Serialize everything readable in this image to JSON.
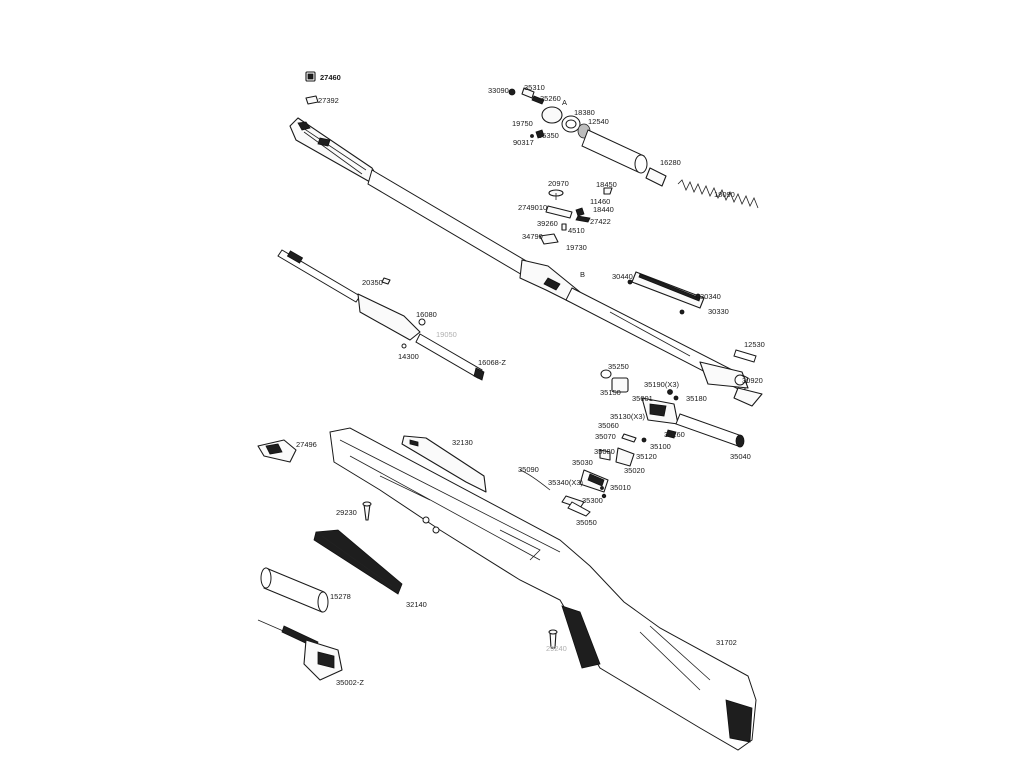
{
  "labels": {
    "p27460": "27460",
    "p27392": "27392",
    "p33090": "33090",
    "p35310": "35310",
    "p35260": "35260",
    "pA": "A",
    "p18380": "18380",
    "p12540": "12540",
    "p19750": "19750",
    "p35350": "35350",
    "p90317": "90317",
    "p16280": "16280",
    "p18090": "18090",
    "p20970": "20970",
    "p18450": "18450",
    "p11460": "11460",
    "p2749010": "2749010",
    "p18440": "18440",
    "p39260": "39260",
    "p4510": "4510",
    "p27422": "27422",
    "p34790": "34790",
    "p19730": "19730",
    "pB": "B",
    "p20350": "20350",
    "p16080": "16080",
    "p19050": "19050",
    "p14300": "14300",
    "p16068z": "16068-Z",
    "p30440": "30440",
    "p30340": "30340",
    "p30330": "30330",
    "p12530": "12530",
    "p35250": "35250",
    "p35150": "35150",
    "p35190x3": "35190(X3)",
    "p30920": "30920",
    "p35001": "35001",
    "p35180": "35180",
    "p35130x3": "35130(X3)",
    "p35060": "35060",
    "p35070": "35070",
    "p35160": "35160",
    "p35100": "35100",
    "p35080": "35080",
    "p35120": "35120",
    "p35040": "35040",
    "p35030": "35030",
    "p35020": "35020",
    "p35090": "35090",
    "p35340x3": "35340(X3)",
    "p35010": "35010",
    "p35300": "35300",
    "p35050": "35050",
    "p27496": "27496",
    "p32130": "32130",
    "p29230": "29230",
    "p32140": "32140",
    "p15278": "15278",
    "p35002z": "35002-Z",
    "p31702": "31702",
    "p29240": "29240"
  }
}
